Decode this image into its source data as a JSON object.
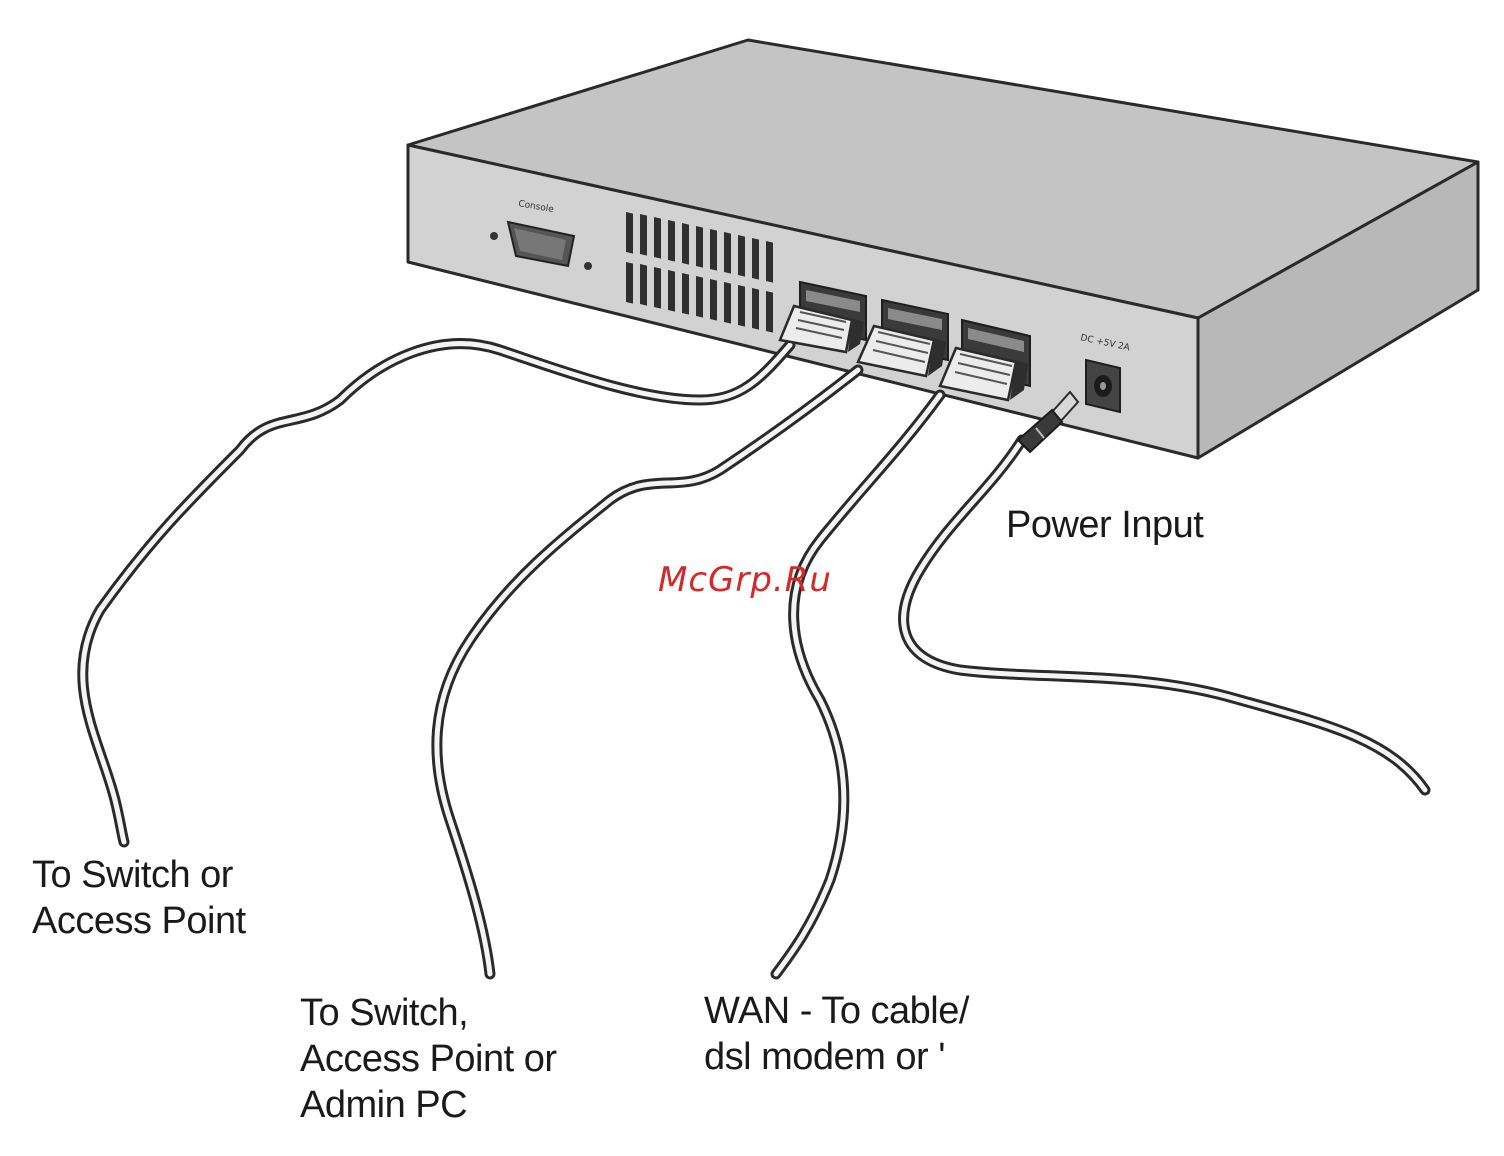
{
  "labels": {
    "power_input": "Power Input",
    "lan1": [
      "To Switch or",
      "Access Point"
    ],
    "lan2": [
      "To Switch,",
      "Access Point or",
      "Admin PC"
    ],
    "wan": [
      "WAN - To cable/",
      "dsl modem or '"
    ]
  },
  "device_labels": {
    "console": "Console",
    "power_rating": "DC +5V 2A"
  },
  "watermark": "McGrp.Ru",
  "colors": {
    "device_front": "#d2d2d2",
    "device_top": "#c4c4c4",
    "device_side": "#b8b8b8",
    "outline": "#2a2a2a",
    "cable_fill": "#f4f4f4",
    "watermark": "#d62828"
  }
}
